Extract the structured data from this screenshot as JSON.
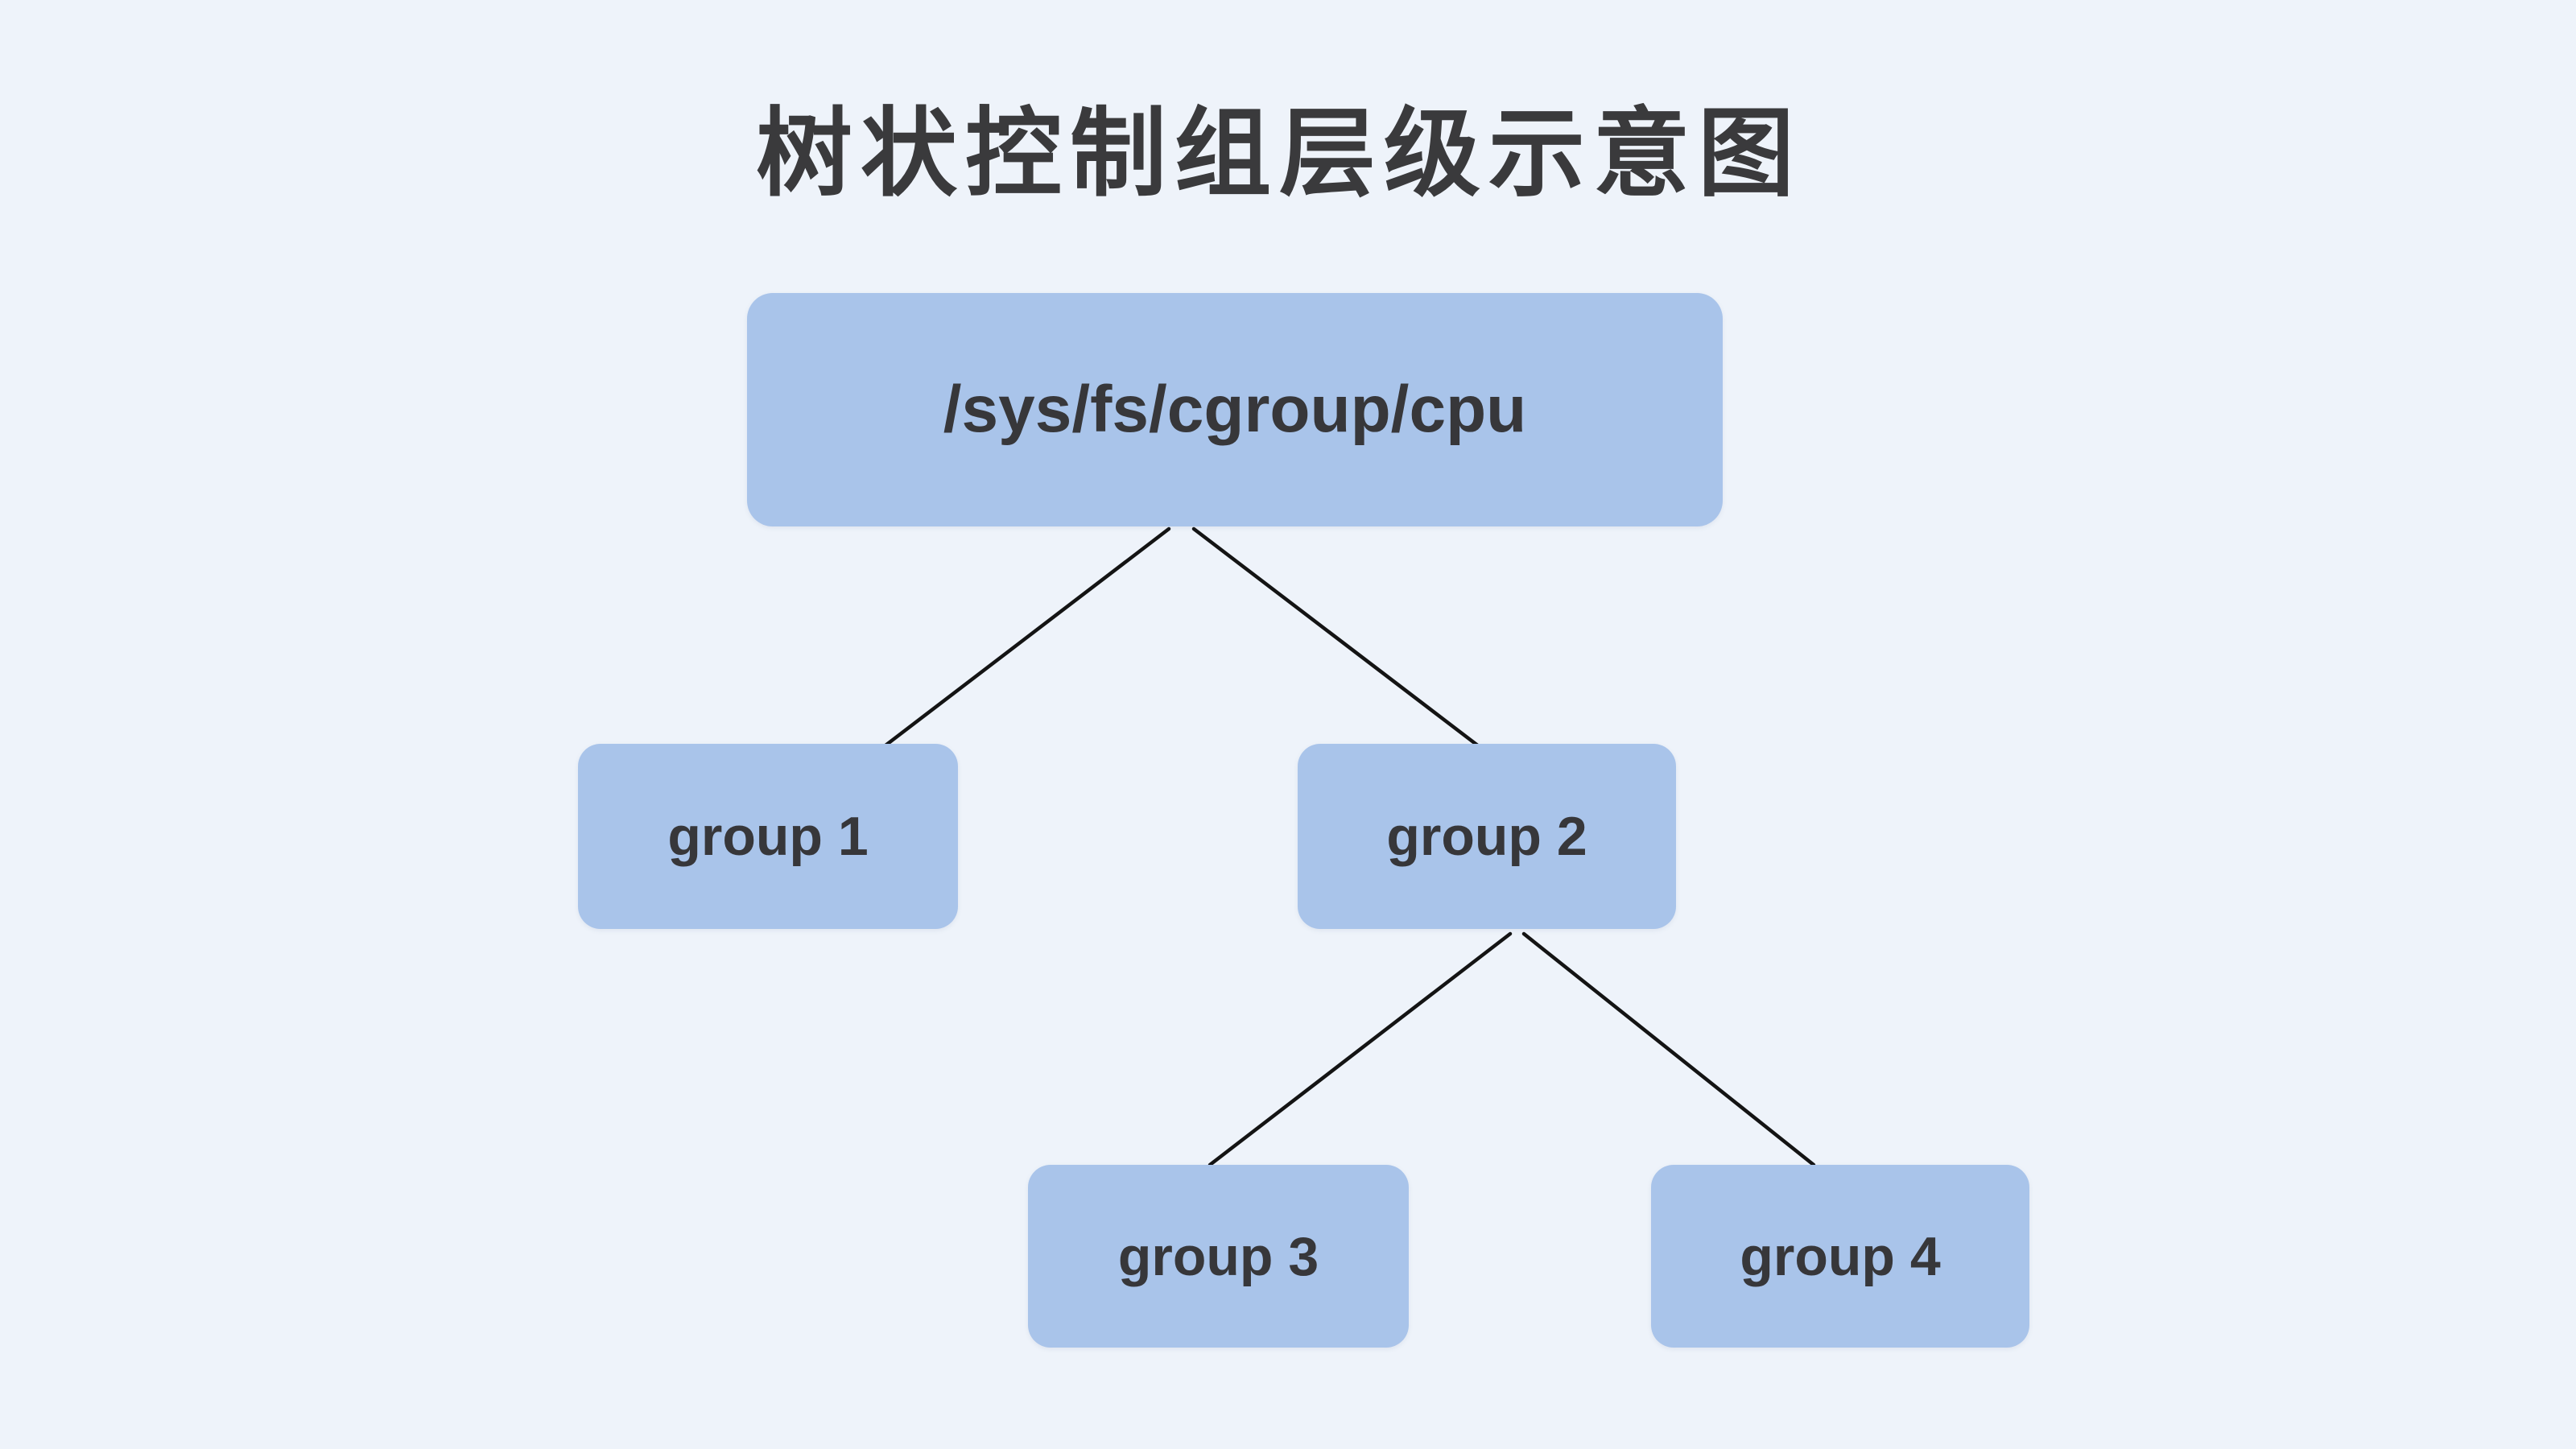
{
  "title": "树状控制组层级示意图",
  "colors": {
    "background": "#eef3fa",
    "node_fill": "#a9c4ea",
    "node_text": "#37373a",
    "title_text": "#3a3a3c",
    "edge_line": "#141414"
  },
  "nodes": {
    "root": {
      "label": "/sys/fs/cgroup/cpu"
    },
    "group1": {
      "label": "group 1"
    },
    "group2": {
      "label": "group 2"
    },
    "group3": {
      "label": "group 3"
    },
    "group4": {
      "label": "group 4"
    }
  },
  "edges": [
    {
      "from": "root",
      "to": "group1"
    },
    {
      "from": "root",
      "to": "group2"
    },
    {
      "from": "group2",
      "to": "group3"
    },
    {
      "from": "group2",
      "to": "group4"
    }
  ]
}
